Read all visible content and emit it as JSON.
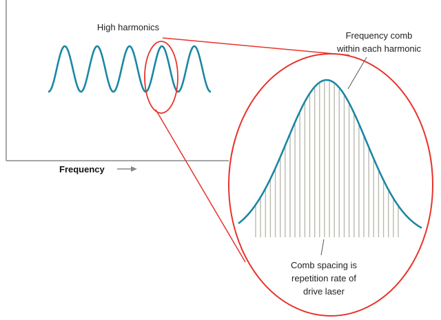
{
  "labels": {
    "high_harmonics": "High harmonics",
    "comb_line1": "Frequency comb",
    "comb_line2": "within each harmonic",
    "spacing_line1": "Comb spacing is",
    "spacing_line2": "repetition rate of",
    "spacing_line3": "drive laser",
    "axis": "Frequency"
  },
  "colors": {
    "curve": "#1a86a3",
    "zoom": "#e8322b",
    "axis": "#888888",
    "comb": "#b9b9ae",
    "leader": "#555555"
  },
  "harmonics": {
    "count": 5
  },
  "comb": {
    "line_count": 30
  }
}
